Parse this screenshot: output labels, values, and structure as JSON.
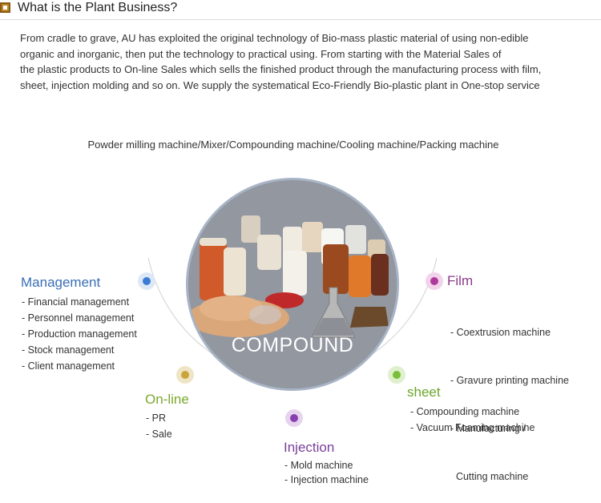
{
  "header": {
    "title": "What is the Plant Business?"
  },
  "intro": {
    "lines": [
      "From cradle to grave, AU has exploited the original technology of Bio-mass plastic material of using non-edible",
      "organic and inorganic, then put the technology to practical using. From starting with the Material Sales of",
      "the plastic products to  On-line Sales which sells the finished product through the manufacturing process with film,",
      "sheet, injection molding  and so on. We supply the systematical Eco-Friendly Bio-plastic plant in One-stop service"
    ]
  },
  "machines_line": "Powder milling machine/Mixer/Compounding machine/Cooling machine/Packing machine",
  "hero": {
    "label": "COMPOUND"
  },
  "colors": {
    "management": "#3a6fb5",
    "online": "#7aa82e",
    "injection": "#7a3e9c",
    "sheet": "#6aa628",
    "film": "#8a3a8a",
    "dot_blue": "#3a7bd5",
    "dot_gold": "#c8a43a",
    "dot_purple": "#8a3fb0",
    "dot_green": "#7abf3a",
    "dot_magenta": "#b03a9c"
  },
  "categories": {
    "management": {
      "title": "Management",
      "items": [
        "- Financial management",
        "- Personnel management",
        "- Production management",
        "- Stock management",
        "- Client management"
      ]
    },
    "online": {
      "title": "On-line",
      "items": [
        "- PR",
        "- Sale"
      ]
    },
    "injection": {
      "title": "Injection",
      "items": [
        "- Mold machine",
        "- Injection machine"
      ]
    },
    "sheet": {
      "title": "sheet",
      "items": [
        "- Compounding machine",
        "- Vacuum Foaming machine"
      ]
    },
    "film": {
      "title": "Film",
      "items": [
        "- Coextrusion machine",
        "- Gravure printing machine",
        "- Manufacturing /",
        "  Cutting machine"
      ]
    }
  }
}
